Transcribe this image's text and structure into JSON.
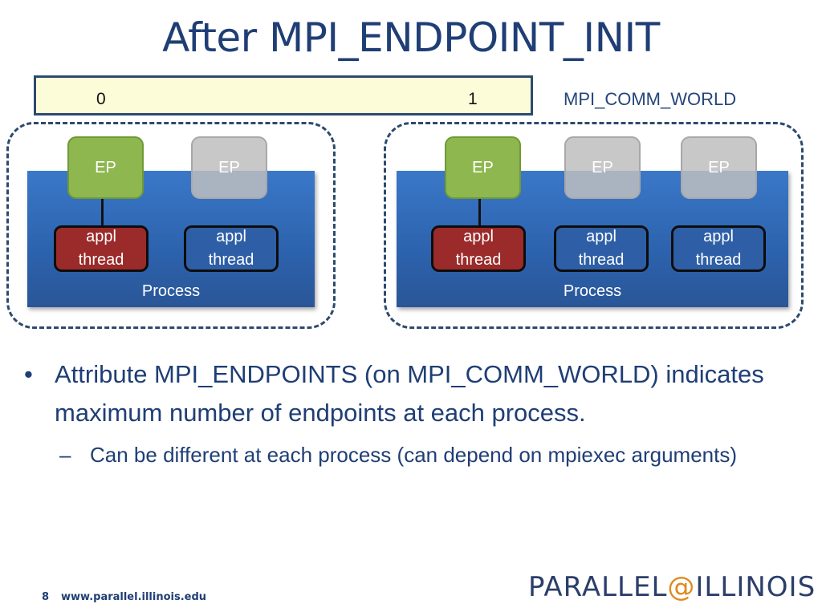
{
  "title": "After MPI_ENDPOINT_INIT",
  "comm": {
    "label": "MPI_COMM_WORLD",
    "ranks": [
      "0",
      "1"
    ]
  },
  "processes": [
    {
      "label": "Process",
      "endpoints": [
        {
          "label": "EP",
          "state": "active"
        },
        {
          "label": "EP",
          "state": "inactive"
        }
      ],
      "threads": [
        {
          "line1": "appl",
          "line2": "thread",
          "color": "#9b2a2a"
        },
        {
          "line1": "appl",
          "line2": "thread",
          "color": "#2e5fa6"
        }
      ]
    },
    {
      "label": "Process",
      "endpoints": [
        {
          "label": "EP",
          "state": "active"
        },
        {
          "label": "EP",
          "state": "inactive"
        },
        {
          "label": "EP",
          "state": "inactive"
        }
      ],
      "threads": [
        {
          "line1": "appl",
          "line2": "thread",
          "color": "#9b2a2a"
        },
        {
          "line1": "appl",
          "line2": "thread",
          "color": "#2e5fa6"
        },
        {
          "line1": "appl",
          "line2": "thread",
          "color": "#2e5fa6"
        }
      ]
    }
  ],
  "bullets": {
    "main": "Attribute MPI_ENDPOINTS  (on MPI_COMM_WORLD) indicates maximum number of endpoints at each process.",
    "sub": "Can be different at each process (can depend on mpiexec arguments)"
  },
  "footer": {
    "page_number": "8",
    "url": "www.parallel.illinois.edu",
    "logo_prefix": "PARALLEL",
    "logo_at": "@",
    "logo_suffix": "ILLINOIS"
  },
  "colors": {
    "title": "#1f3e75",
    "ep_active": "#8fb74f",
    "ep_inactive": "#bebec0",
    "thread_red": "#9b2a2a",
    "thread_blue": "#2e5fa6",
    "process_blue": "#2c62ad",
    "comm_bar": "#fcfcd8",
    "logo_at": "#e08a1e"
  }
}
